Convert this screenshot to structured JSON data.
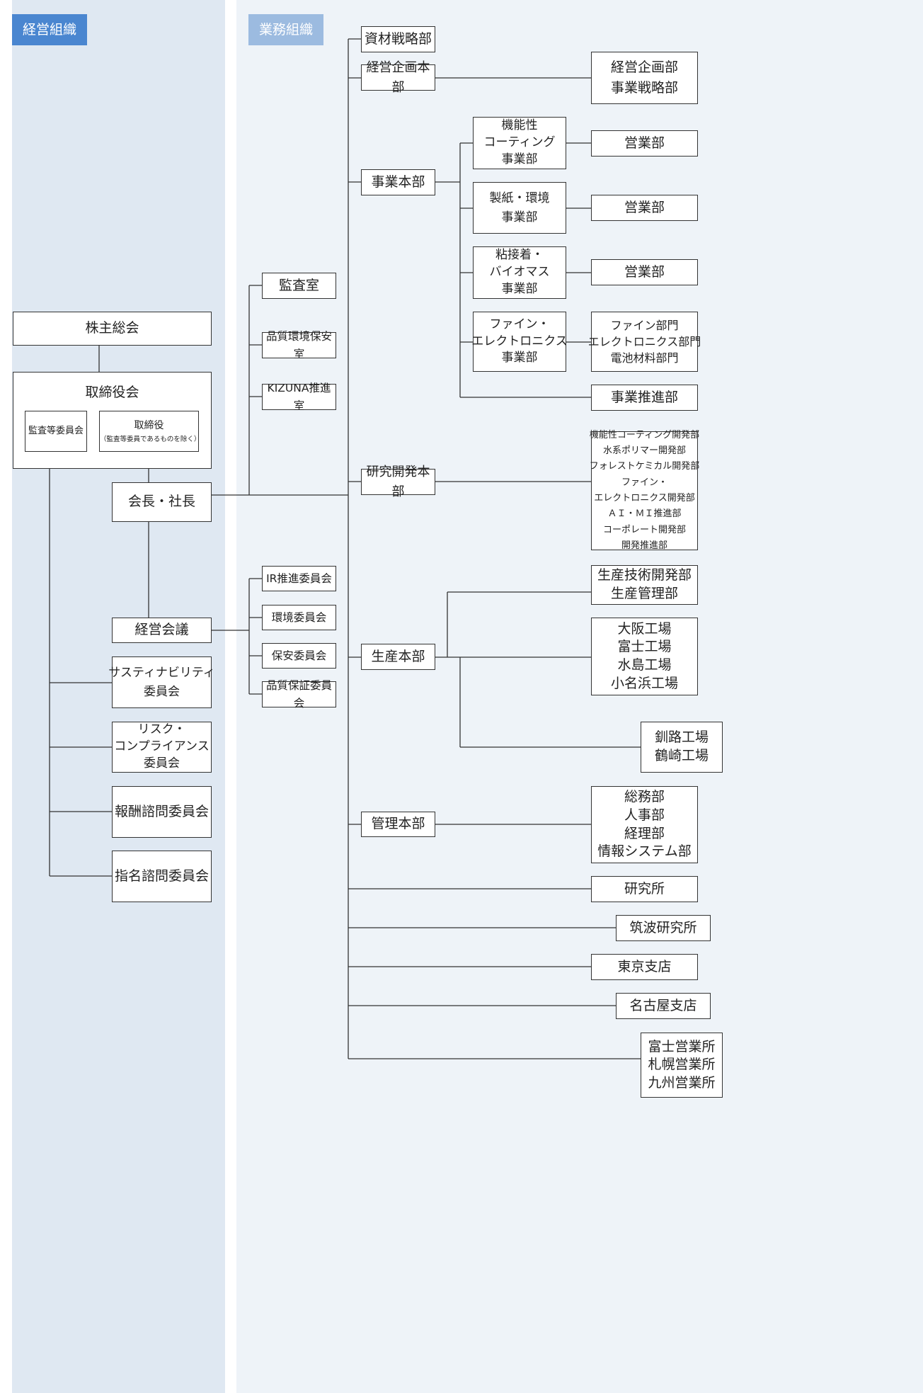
{
  "sections": {
    "governance": "経営組織",
    "operations": "業務組織"
  },
  "colors": {
    "governance_panel": "#dfe8f2",
    "operations_panel": "#eef3f8",
    "governance_tag": "#4a86d0",
    "operations_tag": "#9cbbe0",
    "line": "#333333"
  },
  "governance": {
    "shareholders": "株主総会",
    "board": "取締役会",
    "audit_committee": "監査等委員会",
    "directors": "取締役",
    "directors_note": "（監査等委員であるものを除く）",
    "president": "会長・社長",
    "management_meeting": "経営会議",
    "sustainability": "サスティナビリティ\n委員会",
    "risk_compliance": "リスク・\nコンプライアンス\n委員会",
    "compensation": "報酬諮問委員会",
    "nomination": "指名諮問委員会"
  },
  "staff": {
    "audit_office": "監査室",
    "quality_env_safety": "品質環境保安室",
    "kizuna": "KIZUNA推進室",
    "ir": "IR推進委員会",
    "environment": "環境委員会",
    "safety": "保安委員会",
    "quality_assurance": "品質保証委員会"
  },
  "divisions": {
    "materials_strategy": "資材戦略部",
    "corporate_planning": "経営企画本部",
    "corporate_planning_units": "経営企画部\n事業戦略部",
    "business": "事業本部",
    "functional_coating": "機能性\nコーティング\n事業部",
    "paper_env": "製紙・環境\n事業部",
    "adhesive_biomass": "粘接着・\nバイオマス\n事業部",
    "fine_electronics": "ファイン・\nエレクトロニクス\n事業部",
    "sales1": "営業部",
    "sales2": "営業部",
    "sales3": "営業部",
    "fine_units": "ファイン部門\nエレクトロニクス部門\n電池材料部門",
    "business_promotion": "事業推進部",
    "rnd": "研究開発本部",
    "rnd_units": "機能性コーティング開発部\n水系ポリマー開発部\nフォレストケミカル開発部\nファイン・\nエレクトロニクス開発部\nＡＩ・ＭＩ推進部\nコーポレート開発部\n開発推進部",
    "production": "生産本部",
    "production_units": "生産技術開発部\n生産管理部",
    "plants_main": "大阪工場\n富士工場\n水島工場\n小名浜工場",
    "plants_sub": "釧路工場\n鶴崎工場",
    "admin": "管理本部",
    "admin_units": "総務部\n人事部\n経理部\n情報システム部",
    "research_institute": "研究所",
    "tsukuba": "筑波研究所",
    "tokyo": "東京支店",
    "nagoya": "名古屋支店",
    "sales_offices": "富士営業所\n札幌営業所\n九州営業所"
  }
}
